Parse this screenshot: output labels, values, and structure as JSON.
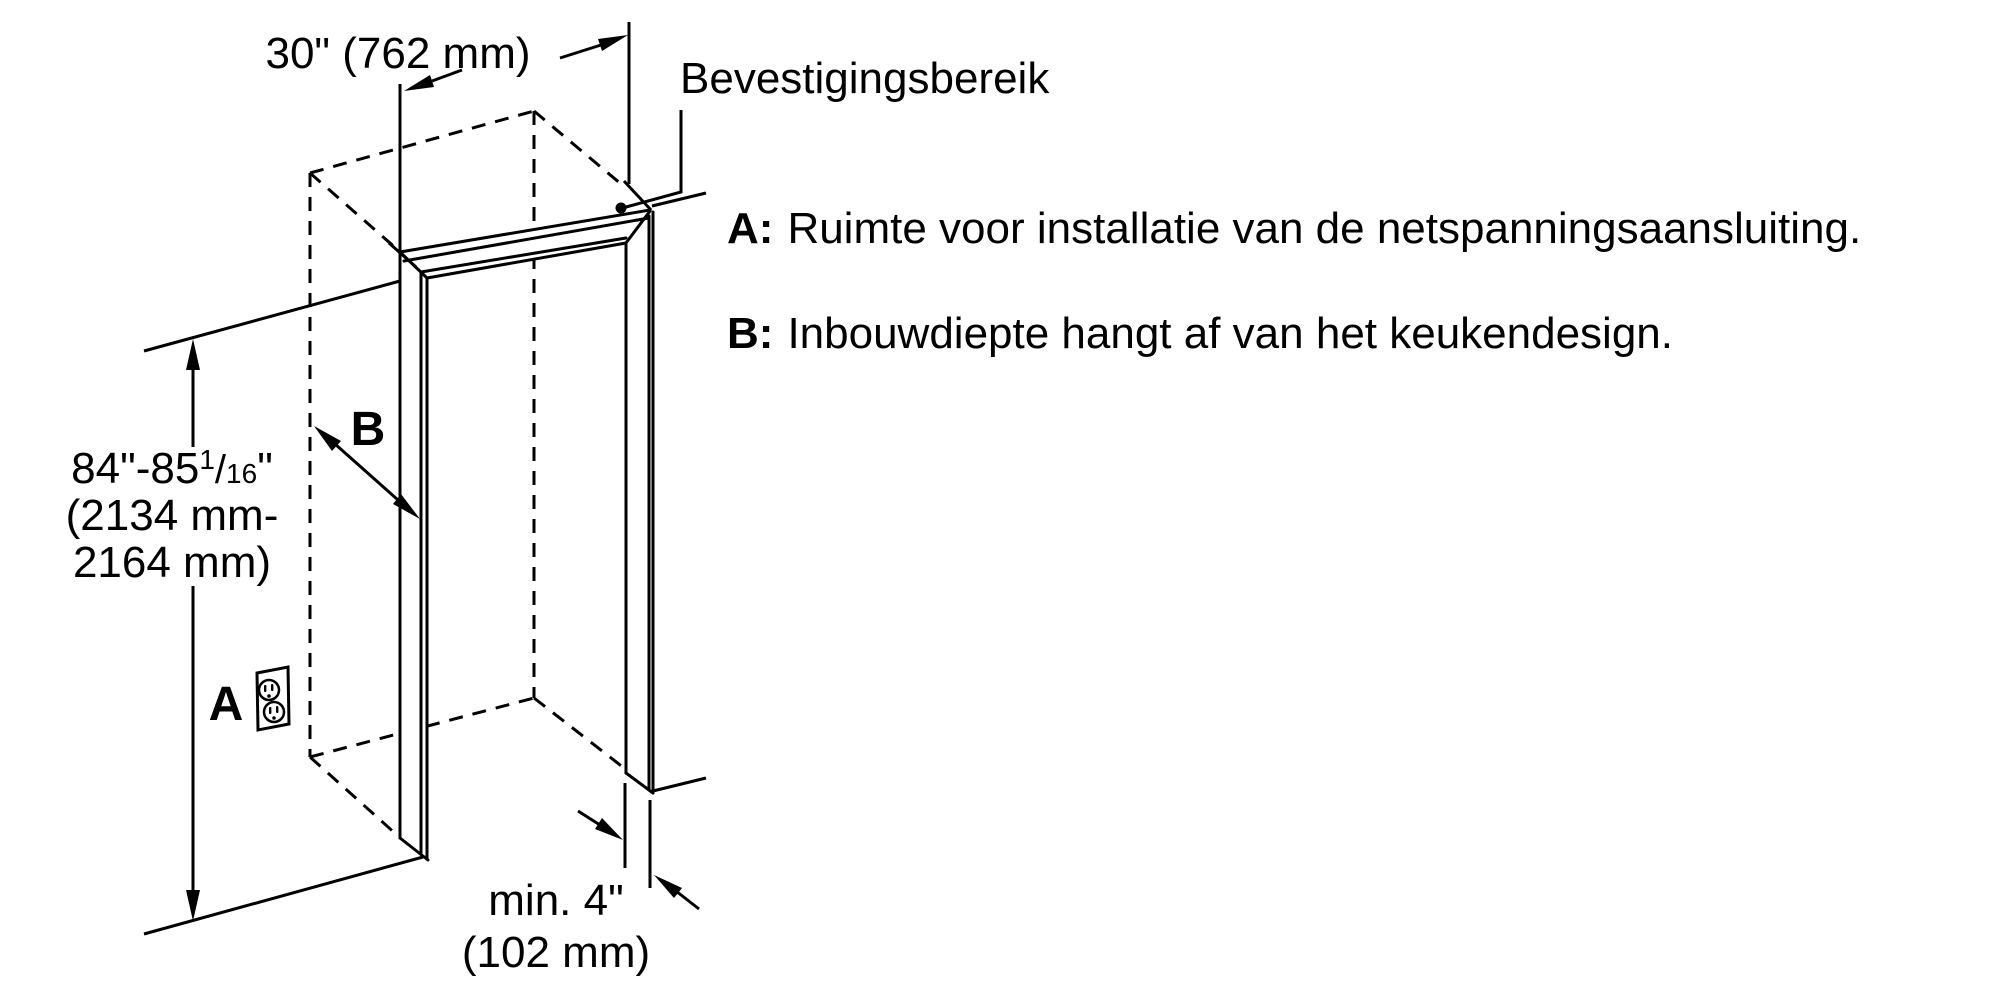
{
  "diagram": {
    "title_hint": "built-in niche installation diagram",
    "dim_width": "30\" (762 mm)",
    "mounting_label": "Bevestigingsbereik",
    "dim_height": {
      "part1": "84\"-85",
      "frac_num": "1",
      "frac_slash": "/",
      "frac_den": "16",
      "inch_mark": "\"",
      "line2": "(2134 mm-",
      "line3": "2164 mm)"
    },
    "label_a": "A",
    "label_b": "B",
    "dim_depth_min": "min. 4\"",
    "dim_depth_mm": "(102 mm)"
  },
  "notes": [
    {
      "prefix": "A:",
      "text": "Ruimte voor installatie van de netspanningsaansluiting."
    },
    {
      "prefix": "B:",
      "text": "Inbouwdiepte hangt af van het keukendesign."
    }
  ],
  "icons": {
    "outlet": "duplex-power-outlet-icon",
    "mounting_dot": "mounting-point-marker"
  },
  "colors": {
    "line": "#000000",
    "background": "#ffffff"
  }
}
